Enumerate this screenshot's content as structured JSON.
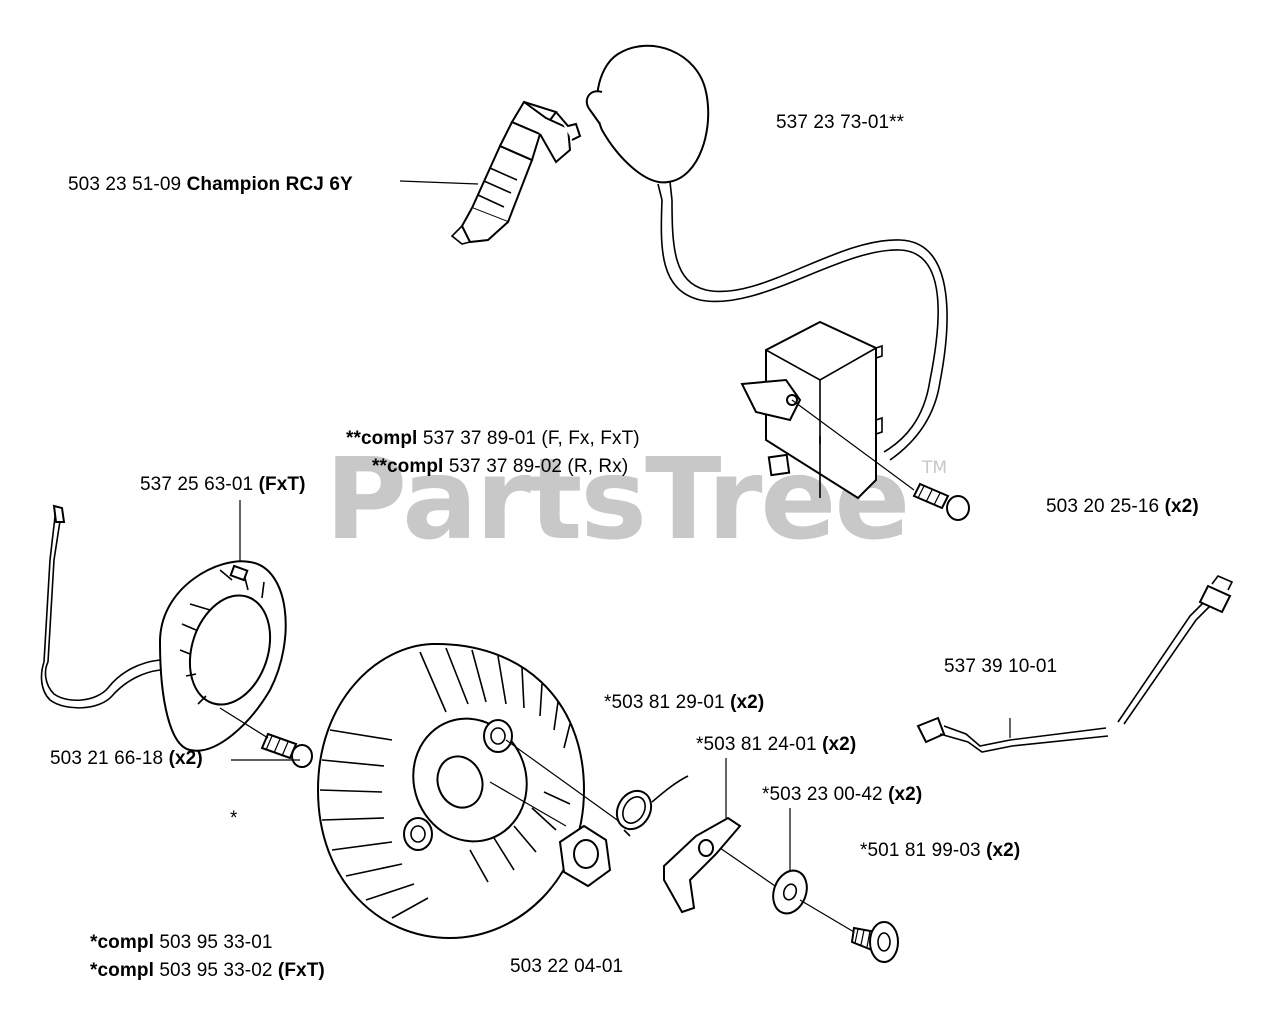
{
  "watermark": {
    "text": "PartsTree",
    "tm": "TM",
    "color": "#c8c8c8"
  },
  "labels": {
    "spark_plug": {
      "num": "503 23 51-09",
      "extra": "Champion RCJ 6Y"
    },
    "plug_cap": {
      "num": "537 23 73-01**",
      "extra": ""
    },
    "module_compl_1": {
      "pre": "**compl",
      "num": "537 37 89-01",
      "extra": "(F, Fx, FxT)"
    },
    "module_compl_2": {
      "pre": "**compl",
      "num": "537 37 89-02",
      "extra": "(R, Rx)"
    },
    "coil": {
      "num": "537 25 63-01",
      "extra": "(FxT)"
    },
    "module_screw": {
      "num": "503 20 25-16",
      "extra": "(x2)"
    },
    "wire": {
      "num": "537 39 10-01",
      "extra": ""
    },
    "ring": {
      "num": "*503 81 29-01",
      "extra": "(x2)"
    },
    "pawl": {
      "num": "*503 81 24-01",
      "extra": "(x2)"
    },
    "washer": {
      "num": "*503 23 00-42",
      "extra": "(x2)"
    },
    "pawl_screw": {
      "num": "*501 81 99-03",
      "extra": "(x2)"
    },
    "coil_screw": {
      "num": "503 21 66-18",
      "extra": "(x2)"
    },
    "star": "*",
    "flywheel_compl_1": {
      "pre": "*compl",
      "num": "503 95 33-01",
      "extra": ""
    },
    "flywheel_compl_2": {
      "pre": "*compl",
      "num": "503 95 33-02",
      "extra": "(FxT)"
    },
    "nut": {
      "num": "503 22 04-01",
      "extra": ""
    }
  }
}
